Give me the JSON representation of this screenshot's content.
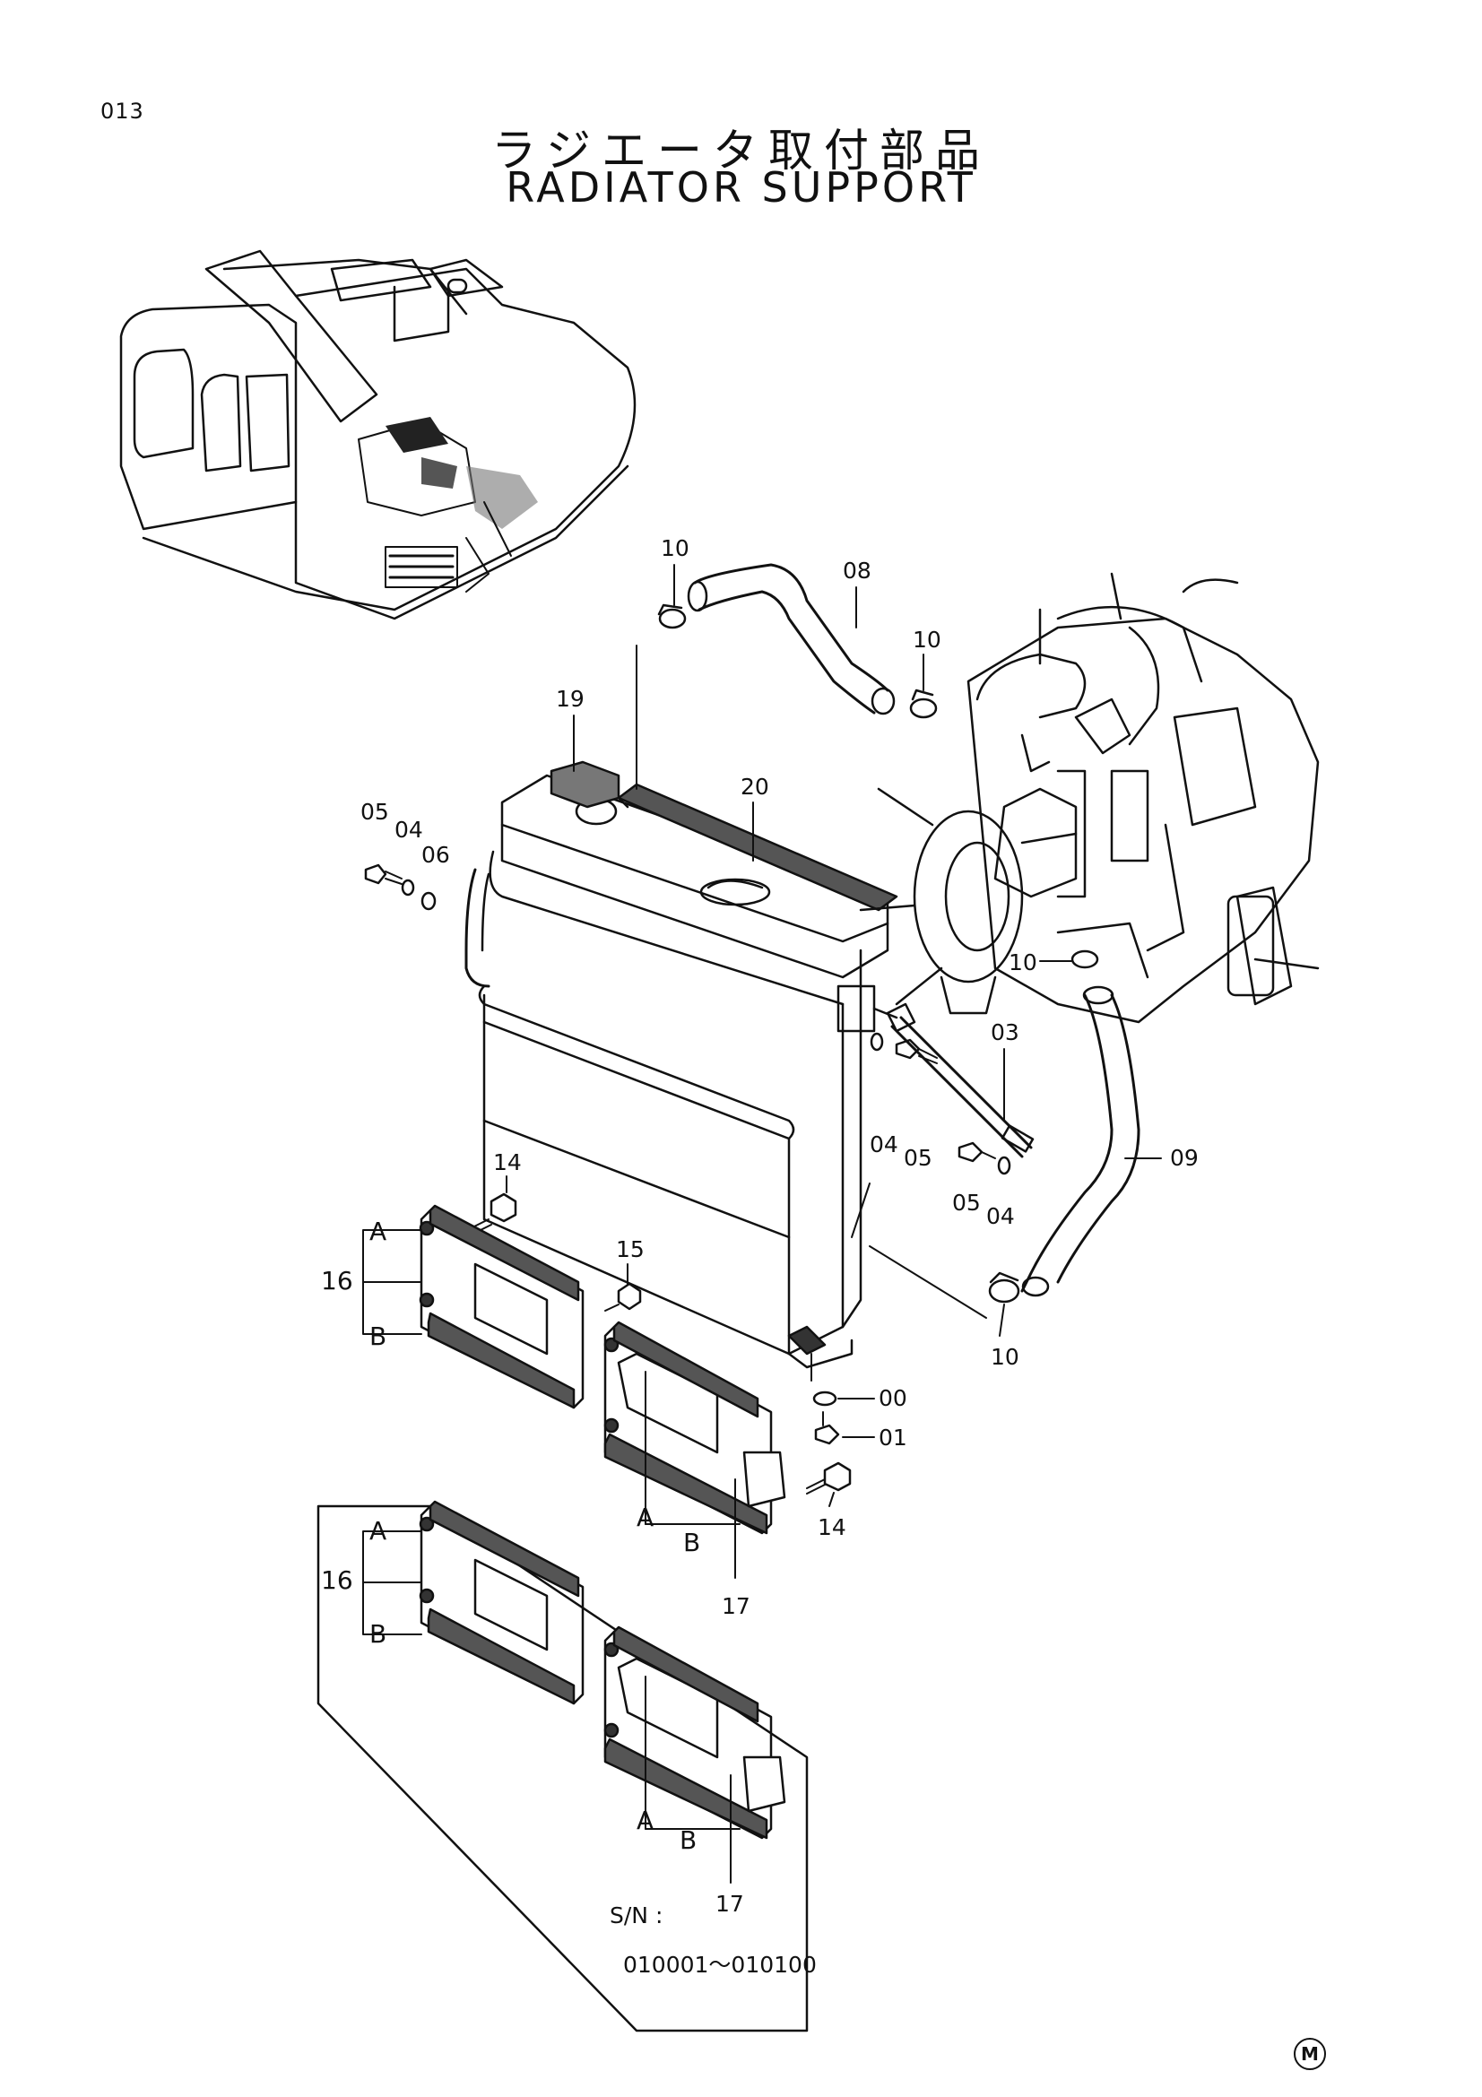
{
  "page_number": "013",
  "title_jp": "ラジエータ取付部品",
  "title_en": "RADIATOR SUPPORT",
  "callouts": {
    "c10_top": "10",
    "c08": "08",
    "c10_mid": "10",
    "c19": "19",
    "c20": "20",
    "c05_left": "05",
    "c04_left": "04",
    "c06": "06",
    "c10_engine": "10",
    "c03": "03",
    "c04_mid": "04",
    "c05_mid": "05",
    "c05_right": "05",
    "c04_right": "04",
    "c09": "09",
    "c14_top": "14",
    "c15": "15",
    "c10_bottom": "10",
    "c00": "00",
    "c01": "01",
    "c14_bottom": "14",
    "c16": "16",
    "c17": "17",
    "c16_inset": "16",
    "c17_inset": "17",
    "a_label": "A",
    "b_label": "B"
  },
  "serial_note": {
    "label": "S/N :",
    "range": "010001～010100"
  },
  "mark_symbol": "M"
}
